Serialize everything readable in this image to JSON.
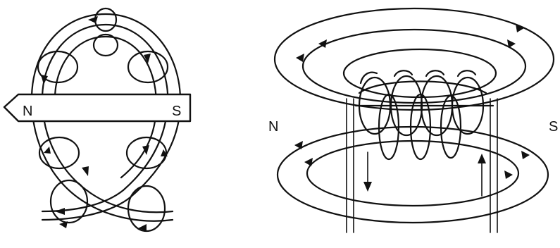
{
  "left_figure": {
    "magnet_north_label": "N",
    "magnet_south_label": "S"
  },
  "right_figure": {
    "north_label": "N",
    "south_label": "S"
  }
}
